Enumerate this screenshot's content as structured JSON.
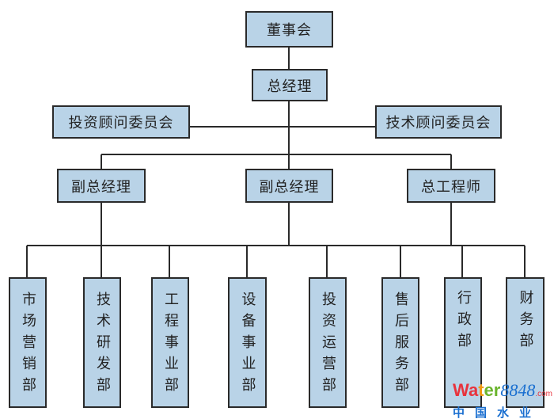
{
  "top": {
    "board": "董事会",
    "gm": "总经理"
  },
  "advisors": {
    "investment": "投资顾问委员会",
    "technical": "技术顾问委员会"
  },
  "deputies": [
    "副总经理",
    "副总经理",
    "总工程师"
  ],
  "departments": [
    "市场营销部",
    "技术研发部",
    "工程事业部",
    "设备事业部",
    "投资运营部",
    "售后服务部",
    "行政部",
    "财务部"
  ],
  "watermark": {
    "brand": "Water8848",
    "domain": ".com",
    "cn": "中国水业网"
  },
  "colors": {
    "box_fill": "#b9d3e7",
    "line": "#2a2a2a"
  }
}
